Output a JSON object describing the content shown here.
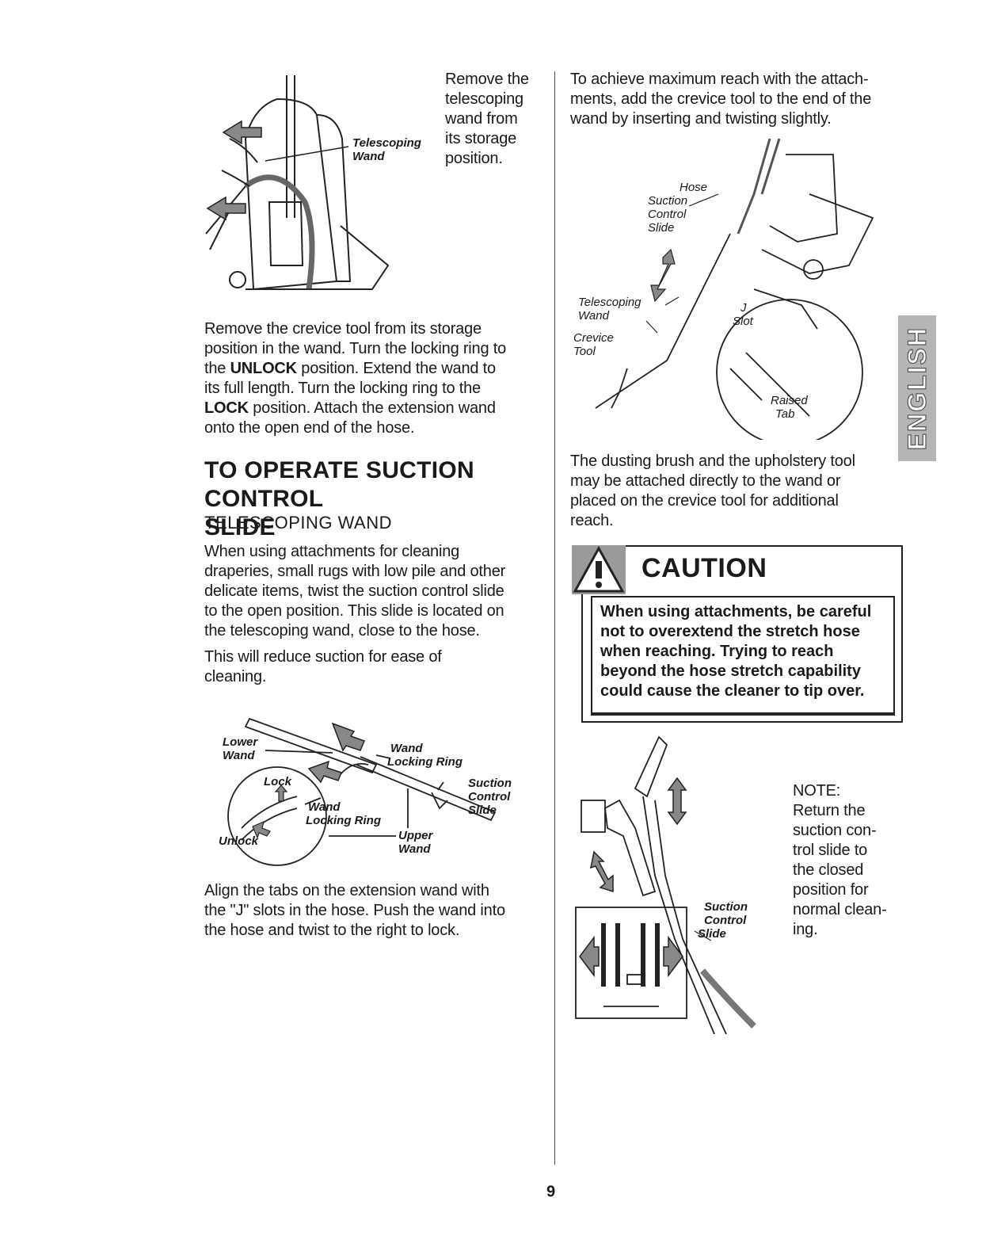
{
  "left": {
    "intro_text": [
      "Remove the",
      "telescoping",
      "wand from",
      "its storage",
      "position."
    ],
    "fig1_label": [
      "Telescoping",
      "Wand"
    ],
    "para1_line1": "Remove the crevice tool from its storage",
    "para1_line2": "position in the wand. Turn the locking ring to",
    "para1_line3_pre": "the ",
    "para1_line3_bold": "UNLOCK",
    "para1_line3_post": " position. Extend the wand to",
    "para1_line4": "its full length. Turn the locking ring to the",
    "para1_line5_bold": "LOCK",
    "para1_line5_post": " position. Attach the extension wand",
    "para1_line6": "onto the open end of the hose.",
    "heading_line1": "TO OPERATE SUCTION CONTROL",
    "heading_line2": "SLIDE",
    "subheading": "TELESCOPING WAND",
    "para2": [
      "When using attachments for cleaning",
      "draperies, small rugs with low pile and other",
      "delicate items, twist the suction control slide",
      "to the open position. This slide is located on",
      "the telescoping wand, close to the hose."
    ],
    "para3": [
      "This will reduce suction for ease of",
      "cleaning."
    ],
    "fig2_labels": {
      "lower_wand": [
        "Lower",
        "Wand"
      ],
      "wand_locking_ring_top": [
        "Wand",
        "Locking Ring"
      ],
      "suction_control_slide": [
        "Suction",
        "Control",
        "Slide"
      ],
      "lock": "Lock",
      "wand_locking_ring_bottom": [
        "Wand",
        "Locking Ring"
      ],
      "upper_wand": [
        "Upper",
        "Wand"
      ],
      "unlock": "Unlock"
    },
    "para4": [
      "Align the tabs on the extension wand with",
      "the \"J\" slots in the hose. Push the wand into",
      "the hose and twist to the right to lock."
    ]
  },
  "right": {
    "para1": [
      "To achieve maximum reach with the attach-",
      "ments, add the crevice tool to the end of the",
      "wand by inserting and twisting slightly."
    ],
    "fig3_labels": {
      "hose_suction": [
        "Hose",
        "Suction",
        "Control",
        "Slide"
      ],
      "telescoping_wand": [
        "Telescoping",
        "Wand"
      ],
      "crevice_tool": [
        "Crevice",
        "Tool"
      ],
      "j_slot": [
        "J",
        "Slot"
      ],
      "raised_tab": [
        "Raised",
        "Tab"
      ]
    },
    "para2": [
      "The dusting brush and the upholstery tool",
      "may be attached directly to the wand or",
      "placed on the crevice tool for additional",
      "reach."
    ],
    "caution_title": "CAUTION",
    "caution_text": [
      "When using attachments, be careful",
      "not to overextend the stretch hose",
      "when reaching. Trying to reach",
      "beyond the hose stretch capability",
      "could cause the cleaner to tip over."
    ],
    "fig4_label": [
      "Suction",
      "Control",
      "Slide"
    ],
    "note_title": "NOTE:",
    "note_text": [
      "Return the",
      "suction con-",
      "trol slide to",
      "the closed",
      "position for",
      "normal clean-",
      "ing."
    ]
  },
  "side_tab": "ENGLISH",
  "page_number": "9"
}
